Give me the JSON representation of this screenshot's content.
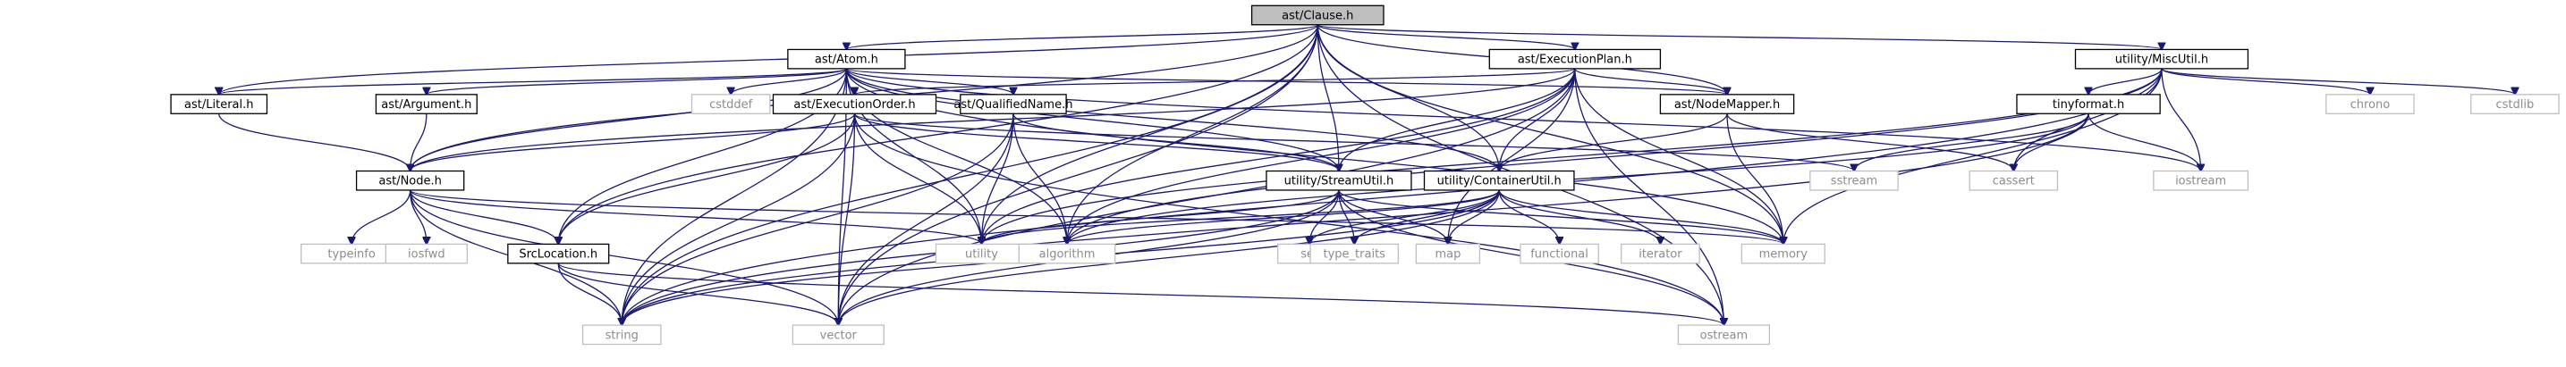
{
  "colors": {
    "edge": "#191970",
    "node_border": "#000000",
    "node_fill": "#ffffff",
    "system_border": "#bfbfbf",
    "system_text": "#8c8c8c",
    "root_fill": "#bfbfbf"
  },
  "nodes": [
    {
      "id": "clause",
      "label": "ast/Clause.h",
      "kind": "root"
    },
    {
      "id": "atom",
      "label": "ast/Atom.h",
      "kind": "project"
    },
    {
      "id": "execplan",
      "label": "ast/ExecutionPlan.h",
      "kind": "project"
    },
    {
      "id": "miscutil",
      "label": "utility/MiscUtil.h",
      "kind": "project"
    },
    {
      "id": "literal",
      "label": "ast/Literal.h",
      "kind": "project"
    },
    {
      "id": "argument",
      "label": "ast/Argument.h",
      "kind": "project"
    },
    {
      "id": "cstddef",
      "label": "cstddef",
      "kind": "system"
    },
    {
      "id": "execorder",
      "label": "ast/ExecutionOrder.h",
      "kind": "project"
    },
    {
      "id": "qualname",
      "label": "ast/QualifiedName.h",
      "kind": "project"
    },
    {
      "id": "nodemapper",
      "label": "ast/NodeMapper.h",
      "kind": "project"
    },
    {
      "id": "tinyformat",
      "label": "tinyformat.h",
      "kind": "project"
    },
    {
      "id": "chrono",
      "label": "chrono",
      "kind": "system"
    },
    {
      "id": "cstdlib",
      "label": "cstdlib",
      "kind": "system"
    },
    {
      "id": "node",
      "label": "ast/Node.h",
      "kind": "project"
    },
    {
      "id": "streamutil",
      "label": "utility/StreamUtil.h",
      "kind": "project"
    },
    {
      "id": "containerutil",
      "label": "utility/ContainerUtil.h",
      "kind": "project"
    },
    {
      "id": "sstream",
      "label": "sstream",
      "kind": "system"
    },
    {
      "id": "cassert",
      "label": "cassert",
      "kind": "system"
    },
    {
      "id": "iostream",
      "label": "iostream",
      "kind": "system"
    },
    {
      "id": "typeinfo",
      "label": "typeinfo",
      "kind": "system"
    },
    {
      "id": "iosfwd",
      "label": "iosfwd",
      "kind": "system"
    },
    {
      "id": "srclocation",
      "label": "SrcLocation.h",
      "kind": "project"
    },
    {
      "id": "utility",
      "label": "utility",
      "kind": "system"
    },
    {
      "id": "algorithm",
      "label": "algorithm",
      "kind": "system"
    },
    {
      "id": "set",
      "label": "set",
      "kind": "system"
    },
    {
      "id": "typetraits",
      "label": "type_traits",
      "kind": "system"
    },
    {
      "id": "map",
      "label": "map",
      "kind": "system"
    },
    {
      "id": "functional",
      "label": "functional",
      "kind": "system"
    },
    {
      "id": "iterator",
      "label": "iterator",
      "kind": "system"
    },
    {
      "id": "memory",
      "label": "memory",
      "kind": "system"
    },
    {
      "id": "string",
      "label": "string",
      "kind": "system"
    },
    {
      "id": "vector",
      "label": "vector",
      "kind": "system"
    },
    {
      "id": "ostream",
      "label": "ostream",
      "kind": "system"
    }
  ],
  "edges": [
    [
      "clause",
      "atom"
    ],
    [
      "clause",
      "execplan"
    ],
    [
      "clause",
      "miscutil"
    ],
    [
      "clause",
      "literal"
    ],
    [
      "clause",
      "node"
    ],
    [
      "clause",
      "srclocation"
    ],
    [
      "clause",
      "string"
    ],
    [
      "clause",
      "algorithm"
    ],
    [
      "clause",
      "streamutil"
    ],
    [
      "clause",
      "containerutil"
    ],
    [
      "clause",
      "nodemapper"
    ],
    [
      "clause",
      "memory"
    ],
    [
      "clause",
      "vector"
    ],
    [
      "clause",
      "ostream"
    ],
    [
      "clause",
      "utility"
    ],
    [
      "atom",
      "literal"
    ],
    [
      "atom",
      "argument"
    ],
    [
      "atom",
      "cstddef"
    ],
    [
      "atom",
      "qualname"
    ],
    [
      "atom",
      "node"
    ],
    [
      "atom",
      "srclocation"
    ],
    [
      "atom",
      "streamutil"
    ],
    [
      "atom",
      "containerutil"
    ],
    [
      "atom",
      "nodemapper"
    ],
    [
      "atom",
      "utility"
    ],
    [
      "atom",
      "algorithm"
    ],
    [
      "atom",
      "memory"
    ],
    [
      "atom",
      "string"
    ],
    [
      "atom",
      "vector"
    ],
    [
      "atom",
      "iostream"
    ],
    [
      "execplan",
      "execorder"
    ],
    [
      "execplan",
      "node"
    ],
    [
      "execplan",
      "nodemapper"
    ],
    [
      "execplan",
      "streamutil"
    ],
    [
      "execplan",
      "containerutil"
    ],
    [
      "execplan",
      "utility"
    ],
    [
      "execplan",
      "algorithm"
    ],
    [
      "execplan",
      "map"
    ],
    [
      "execplan",
      "memory"
    ],
    [
      "execplan",
      "vector"
    ],
    [
      "execplan",
      "ostream"
    ],
    [
      "miscutil",
      "tinyformat"
    ],
    [
      "miscutil",
      "chrono"
    ],
    [
      "miscutil",
      "cstdlib"
    ],
    [
      "miscutil",
      "cassert"
    ],
    [
      "miscutil",
      "iostream"
    ],
    [
      "miscutil",
      "algorithm"
    ],
    [
      "miscutil",
      "memory"
    ],
    [
      "miscutil",
      "string"
    ],
    [
      "miscutil",
      "utility"
    ],
    [
      "literal",
      "node"
    ],
    [
      "argument",
      "node"
    ],
    [
      "execorder",
      "node"
    ],
    [
      "execorder",
      "srclocation"
    ],
    [
      "execorder",
      "streamutil"
    ],
    [
      "execorder",
      "utility"
    ],
    [
      "execorder",
      "string"
    ],
    [
      "execorder",
      "vector"
    ],
    [
      "execorder",
      "ostream"
    ],
    [
      "execorder",
      "sstream"
    ],
    [
      "qualname",
      "streamutil"
    ],
    [
      "qualname",
      "utility"
    ],
    [
      "qualname",
      "algorithm"
    ],
    [
      "qualname",
      "string"
    ],
    [
      "qualname",
      "vector"
    ],
    [
      "nodemapper",
      "containerutil"
    ],
    [
      "nodemapper",
      "memory"
    ],
    [
      "nodemapper",
      "cassert"
    ],
    [
      "tinyformat",
      "sstream"
    ],
    [
      "tinyformat",
      "cassert"
    ],
    [
      "tinyformat",
      "iostream"
    ],
    [
      "tinyformat",
      "algorithm"
    ],
    [
      "tinyformat",
      "string"
    ],
    [
      "node",
      "typeinfo"
    ],
    [
      "node",
      "iosfwd"
    ],
    [
      "node",
      "srclocation"
    ],
    [
      "node",
      "utility"
    ],
    [
      "node",
      "string"
    ],
    [
      "node",
      "vector"
    ],
    [
      "node",
      "memory"
    ],
    [
      "streamutil",
      "utility"
    ],
    [
      "streamutil",
      "set"
    ],
    [
      "streamutil",
      "typetraits"
    ],
    [
      "streamutil",
      "map"
    ],
    [
      "streamutil",
      "memory"
    ],
    [
      "streamutil",
      "string"
    ],
    [
      "streamutil",
      "vector"
    ],
    [
      "streamutil",
      "ostream"
    ],
    [
      "containerutil",
      "utility"
    ],
    [
      "containerutil",
      "algorithm"
    ],
    [
      "containerutil",
      "set"
    ],
    [
      "containerutil",
      "typetraits"
    ],
    [
      "containerutil",
      "map"
    ],
    [
      "containerutil",
      "functional"
    ],
    [
      "containerutil",
      "iterator"
    ],
    [
      "containerutil",
      "memory"
    ],
    [
      "containerutil",
      "string"
    ],
    [
      "containerutil",
      "vector"
    ],
    [
      "srclocation",
      "string"
    ],
    [
      "srclocation",
      "vector"
    ],
    [
      "srclocation",
      "ostream"
    ]
  ]
}
